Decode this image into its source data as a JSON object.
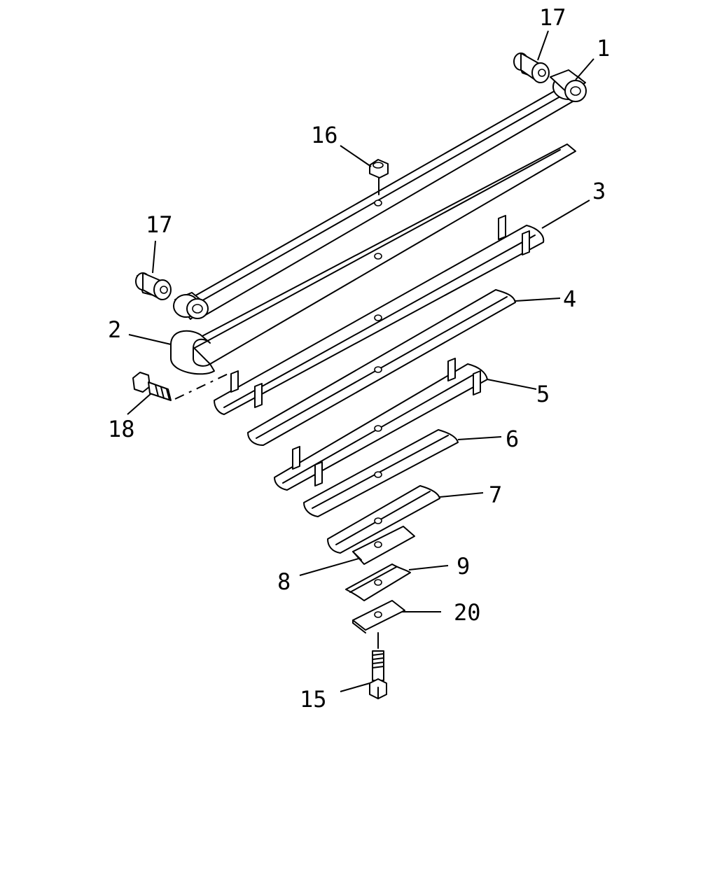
{
  "diagram": {
    "type": "exploded-parts-view",
    "callouts": [
      {
        "id": "c1",
        "label": "1"
      },
      {
        "id": "c2",
        "label": "2"
      },
      {
        "id": "c3",
        "label": "3"
      },
      {
        "id": "c4",
        "label": "4"
      },
      {
        "id": "c5",
        "label": "5"
      },
      {
        "id": "c6",
        "label": "6"
      },
      {
        "id": "c7",
        "label": "7"
      },
      {
        "id": "c8",
        "label": "8"
      },
      {
        "id": "c9",
        "label": "9"
      },
      {
        "id": "c15",
        "label": "15"
      },
      {
        "id": "c16",
        "label": "16"
      },
      {
        "id": "c17a",
        "label": "17"
      },
      {
        "id": "c17b",
        "label": "17"
      },
      {
        "id": "c18",
        "label": "18"
      },
      {
        "id": "c20",
        "label": "20"
      }
    ]
  }
}
